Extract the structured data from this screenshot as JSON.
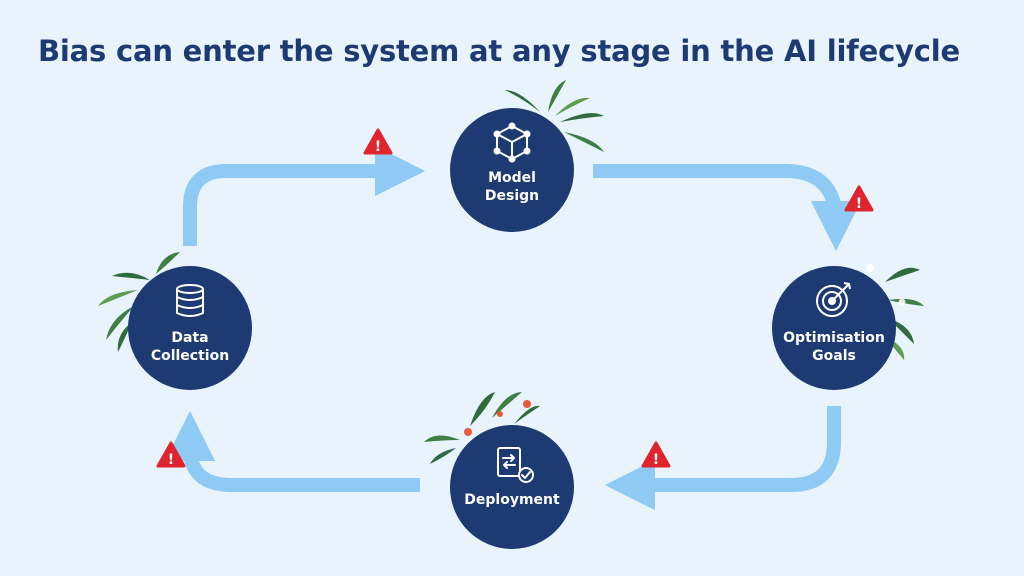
{
  "title": "Bias can enter the system at any stage in the AI lifecycle",
  "colors": {
    "background": "#e8f3fc",
    "title": "#1d3a73",
    "node_fill": "#1d3a73",
    "arrow": "#8fcaf5",
    "warning": "#e0242e",
    "leaf_dark": "#2e6b3d",
    "leaf_light": "#5e9f4f"
  },
  "nodes": [
    {
      "id": "model-design",
      "icon": "cube-network-icon",
      "line1": "Model",
      "line2": "Design"
    },
    {
      "id": "optimisation-goals",
      "icon": "target-arrow-icon",
      "line1": "Optimisation",
      "line2": "Goals"
    },
    {
      "id": "deployment",
      "icon": "deployment-check-icon",
      "line1": "Deployment",
      "line2": ""
    },
    {
      "id": "data-collection",
      "icon": "database-icon",
      "line1": "Data",
      "line2": "Collection"
    }
  ],
  "warnings": [
    {
      "id": "warn-1",
      "icon": "warning-icon",
      "symbol": "!"
    },
    {
      "id": "warn-2",
      "icon": "warning-icon",
      "symbol": "!"
    },
    {
      "id": "warn-3",
      "icon": "warning-icon",
      "symbol": "!"
    },
    {
      "id": "warn-4",
      "icon": "warning-icon",
      "symbol": "!"
    }
  ]
}
